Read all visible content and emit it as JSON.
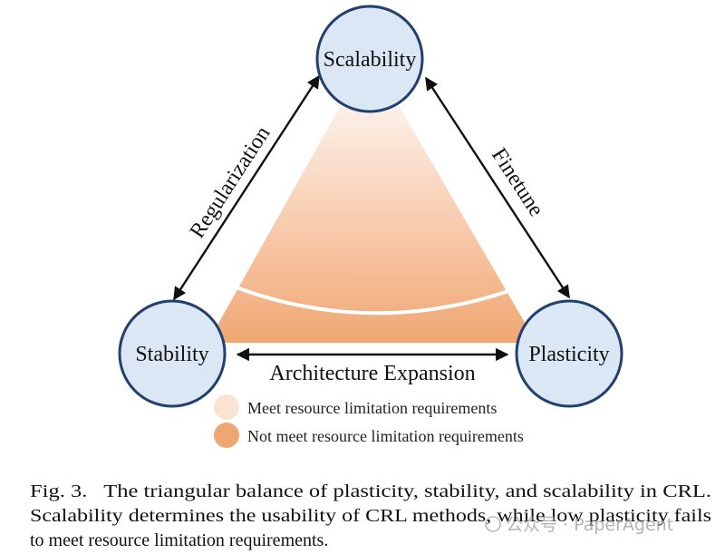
{
  "diagram": {
    "nodes": {
      "top": "Scalability",
      "left": "Stability",
      "right": "Plasticity"
    },
    "edges": {
      "left_edge": "Regularization",
      "right_edge": "Finetune",
      "bottom_edge": "Architecture Expansion"
    },
    "legend": [
      {
        "label": "Meet resource limitation requirements",
        "color": "#f9e3d3"
      },
      {
        "label": "Not meet resource limitation requirements",
        "color": "#efa772"
      }
    ],
    "colors": {
      "node_fill": "#dbe7f5",
      "node_stroke": "#22406f",
      "gradient_top": "#fcf0e8",
      "gradient_mid": "#f7c4a2",
      "gradient_bottom": "#efa772"
    }
  },
  "caption": {
    "line1": "Fig. 3.   The triangular balance of plasticity, stability, and scalability in CRL.",
    "line2": "Scalability determines the usability of CRL methods, while low plasticity fails",
    "line3": "to meet resource limitation requirements."
  },
  "watermark": {
    "text": "公众号 · PaperAgent"
  }
}
